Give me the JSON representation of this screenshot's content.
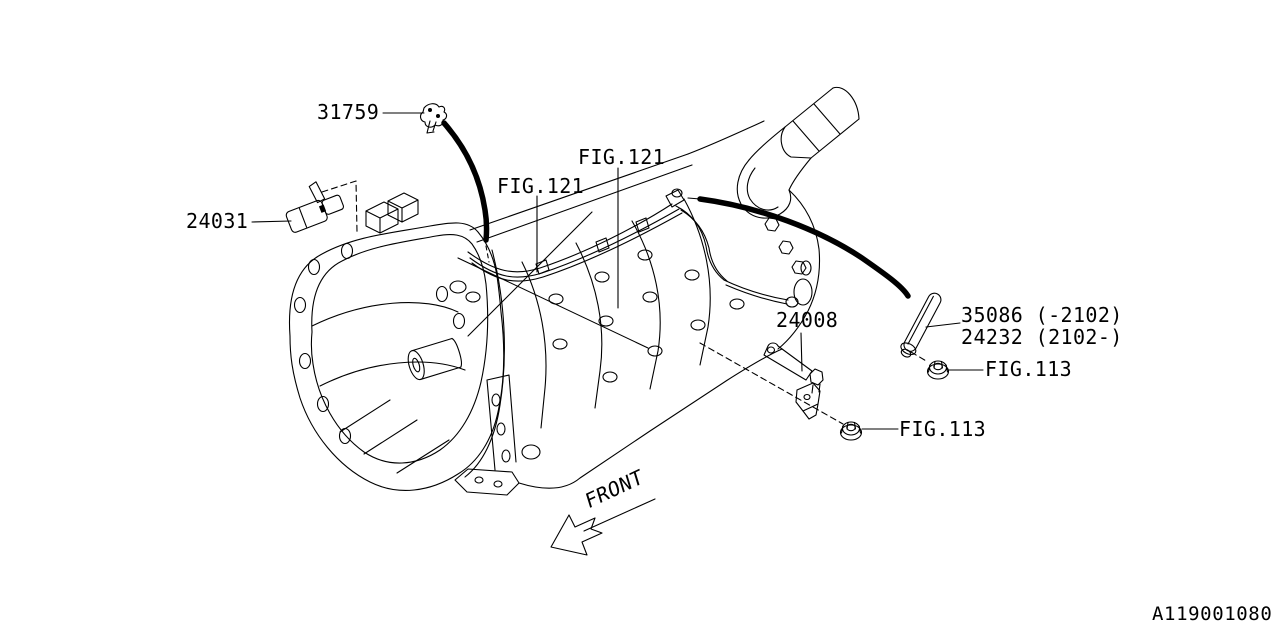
{
  "diagram": {
    "id_code": "A119001080",
    "front_label": "FRONT",
    "callouts": {
      "part_31759": "31759",
      "part_24031": "24031",
      "fig_121_left": "FIG.121",
      "fig_121_right": "FIG.121",
      "part_24008": "24008",
      "part_35086": "35086 (-2102)",
      "part_24232": "24232 (2102-)",
      "fig_113_upper": "FIG.113",
      "fig_113_lower": "FIG.113"
    },
    "colors": {
      "line": "#000000",
      "background": "#ffffff"
    }
  }
}
